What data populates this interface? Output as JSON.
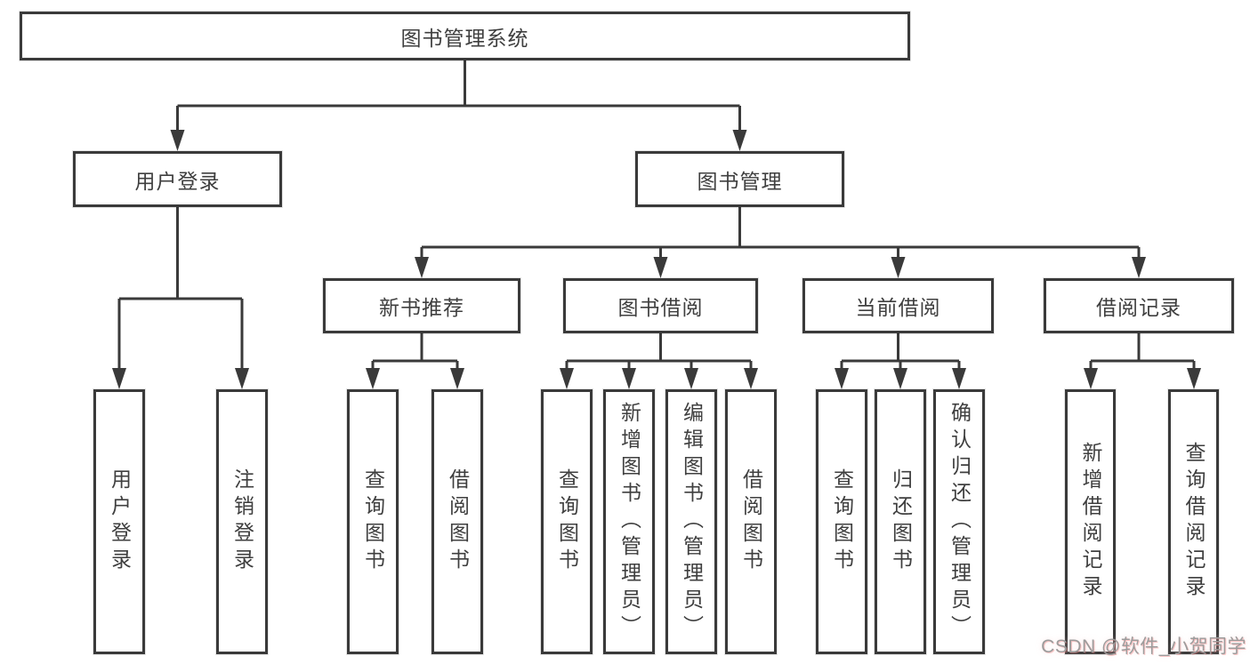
{
  "colors": {
    "line": "#3a3a3a",
    "text": "#3f3f3f",
    "box-bg": "#ffffff",
    "canvas-bg": "#ffffff",
    "watermark": "#9c9c9c"
  },
  "root": {
    "label": "图书管理系统"
  },
  "level2": [
    {
      "label": "用户登录"
    },
    {
      "label": "图书管理"
    }
  ],
  "level3": [
    {
      "label": "新书推荐"
    },
    {
      "label": "图书借阅"
    },
    {
      "label": "当前借阅"
    },
    {
      "label": "借阅记录"
    }
  ],
  "leaves": [
    {
      "label": "用户登录"
    },
    {
      "label": "注销登录"
    },
    {
      "label": "查询图书"
    },
    {
      "label": "借阅图书"
    },
    {
      "label": "查询图书"
    },
    {
      "label": "新增图书（管理员）"
    },
    {
      "label": "编辑图书（管理员）"
    },
    {
      "label": "借阅图书"
    },
    {
      "label": "查询图书"
    },
    {
      "label": "归还图书"
    },
    {
      "label": "确认归还（管理员）"
    },
    {
      "label": "新增借阅记录"
    },
    {
      "label": "查询借阅记录"
    }
  ],
  "watermark": {
    "label": "CSDN @软件_小贺同学"
  }
}
